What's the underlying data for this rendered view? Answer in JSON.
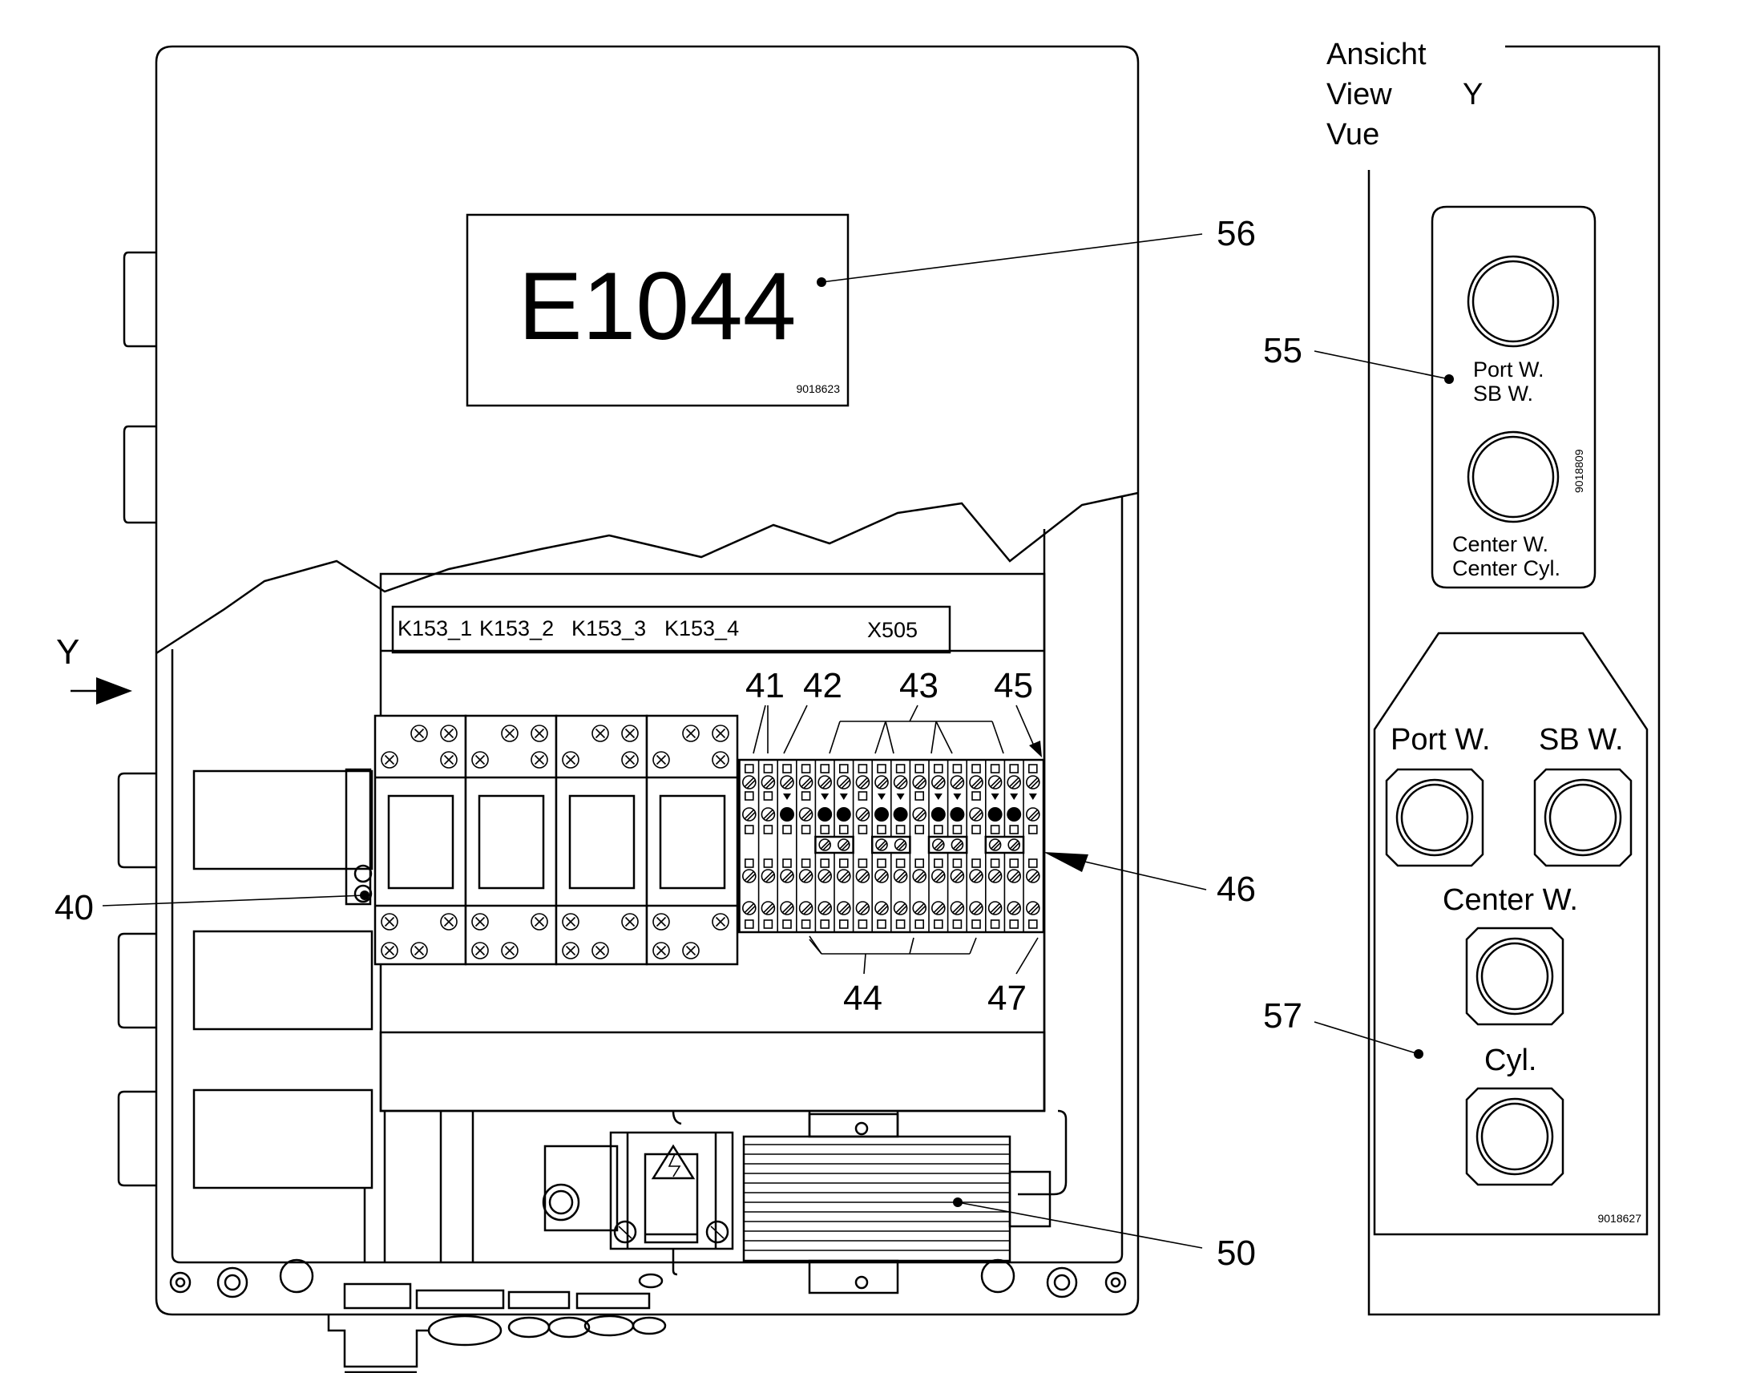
{
  "panel": {
    "sign_text": "E1044",
    "sign_code": "9018623",
    "terminal_labels": [
      "K153_1",
      "K153_2",
      "K153_3",
      "K153_4",
      "X505"
    ]
  },
  "view": {
    "title_lines": [
      "Ansicht",
      "View",
      "Vue"
    ],
    "marker": "Y",
    "arrow_label": "Y",
    "upper_box": {
      "labels": [
        "Port W.",
        "SB W.",
        "Center W.",
        "Center Cyl."
      ],
      "code": "9018809"
    },
    "lower_box": {
      "labels": [
        "Port W.",
        "SB W.",
        "Center W.",
        "Cyl."
      ],
      "code": "9018627"
    }
  },
  "callouts": [
    "40",
    "41",
    "42",
    "43",
    "44",
    "45",
    "46",
    "47",
    "50",
    "55",
    "56",
    "57"
  ]
}
